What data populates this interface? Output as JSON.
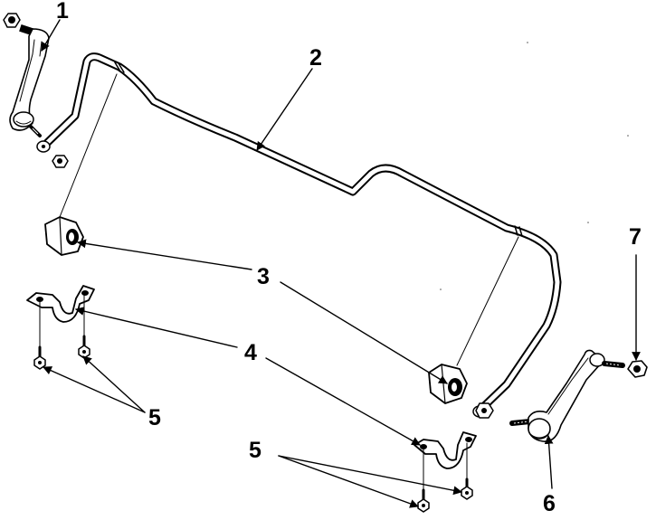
{
  "callouts": {
    "c1": "1",
    "c2": "2",
    "c3": "3",
    "c4": "4",
    "c5a": "5",
    "c5b": "5",
    "c6": "6",
    "c7": "7"
  }
}
